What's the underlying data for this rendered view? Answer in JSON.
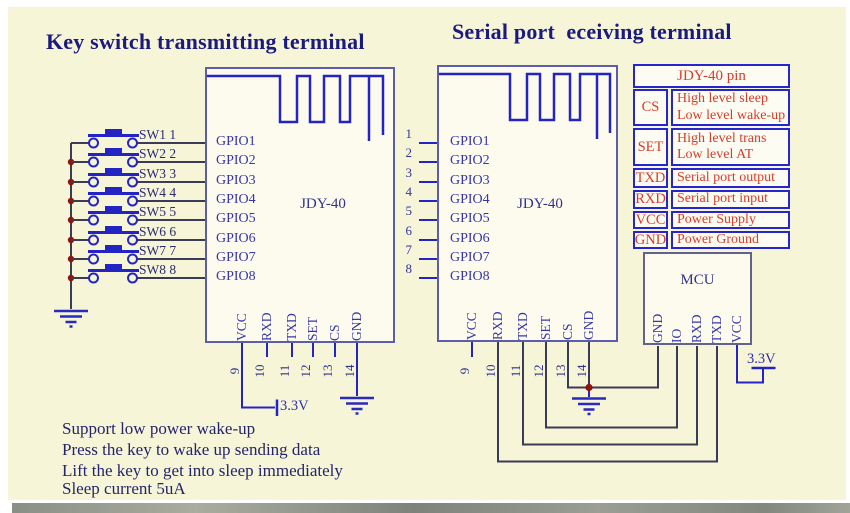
{
  "colors": {
    "background": "#f7f5d8",
    "title_text": "#1b1b7f",
    "schematic_blue": "#2424c4",
    "wire_dark": "#3b3b55",
    "junction_dot_red": "#8f130c",
    "table_border_blue": "#2626cf",
    "table_text_red": "#dd3a28"
  },
  "titles": {
    "transmitter": "Key switch transmitting terminal",
    "receiver": "Serial port  eceiving terminal"
  },
  "transmitter": {
    "module_label": "JDY-40",
    "gpio": [
      "GPIO1",
      "GPIO2",
      "GPIO3",
      "GPIO4",
      "GPIO5",
      "GPIO6",
      "GPIO7",
      "GPIO8"
    ],
    "switches": [
      "SW1 1",
      "SW2 2",
      "SW3 3",
      "SW4 4",
      "SW5 5",
      "SW6 6",
      "SW7 7",
      "SW8 8"
    ],
    "bottom_pins": [
      {
        "name": "VCC",
        "number": "9"
      },
      {
        "name": "RXD",
        "number": "10"
      },
      {
        "name": "TXD",
        "number": "11"
      },
      {
        "name": "SET",
        "number": "12"
      },
      {
        "name": "CS",
        "number": "13"
      },
      {
        "name": "GND",
        "number": "14"
      }
    ],
    "supply_label": "3.3V"
  },
  "receiver": {
    "module_label": "JDY-40",
    "gpio": [
      "GPIO1",
      "GPIO2",
      "GPIO3",
      "GPIO4",
      "GPIO5",
      "GPIO6",
      "GPIO7",
      "GPIO8"
    ],
    "pin_numbers": [
      "1",
      "2",
      "3",
      "4",
      "5",
      "6",
      "7",
      "8"
    ],
    "bottom_pins": [
      {
        "name": "VCC",
        "number": "9"
      },
      {
        "name": "RXD",
        "number": "10"
      },
      {
        "name": "TXD",
        "number": "11"
      },
      {
        "name": "SET",
        "number": "12"
      },
      {
        "name": "CS",
        "number": "13"
      },
      {
        "name": "GND",
        "number": "14"
      }
    ]
  },
  "mcu": {
    "label": "MCU",
    "pins": [
      "GND",
      "IO",
      "RXD",
      "TXD",
      "VCC"
    ],
    "supply_label": "3.3V"
  },
  "pin_table": {
    "header": "JDY-40 pin",
    "rows": [
      {
        "pin": "CS",
        "desc": "High level sleep\nLow level wake-up"
      },
      {
        "pin": "SET",
        "desc": "High level trans\nLow level AT"
      },
      {
        "pin": "TXD",
        "desc": "Serial port output"
      },
      {
        "pin": "RXD",
        "desc": "Serial port input"
      },
      {
        "pin": "VCC",
        "desc": "Power Supply"
      },
      {
        "pin": "GND",
        "desc": "Power Ground"
      }
    ]
  },
  "notes": [
    "Support low power wake-up",
    "Press the key to wake up sending data",
    "Lift the key to get into sleep immediately",
    "Sleep current 5uA"
  ]
}
